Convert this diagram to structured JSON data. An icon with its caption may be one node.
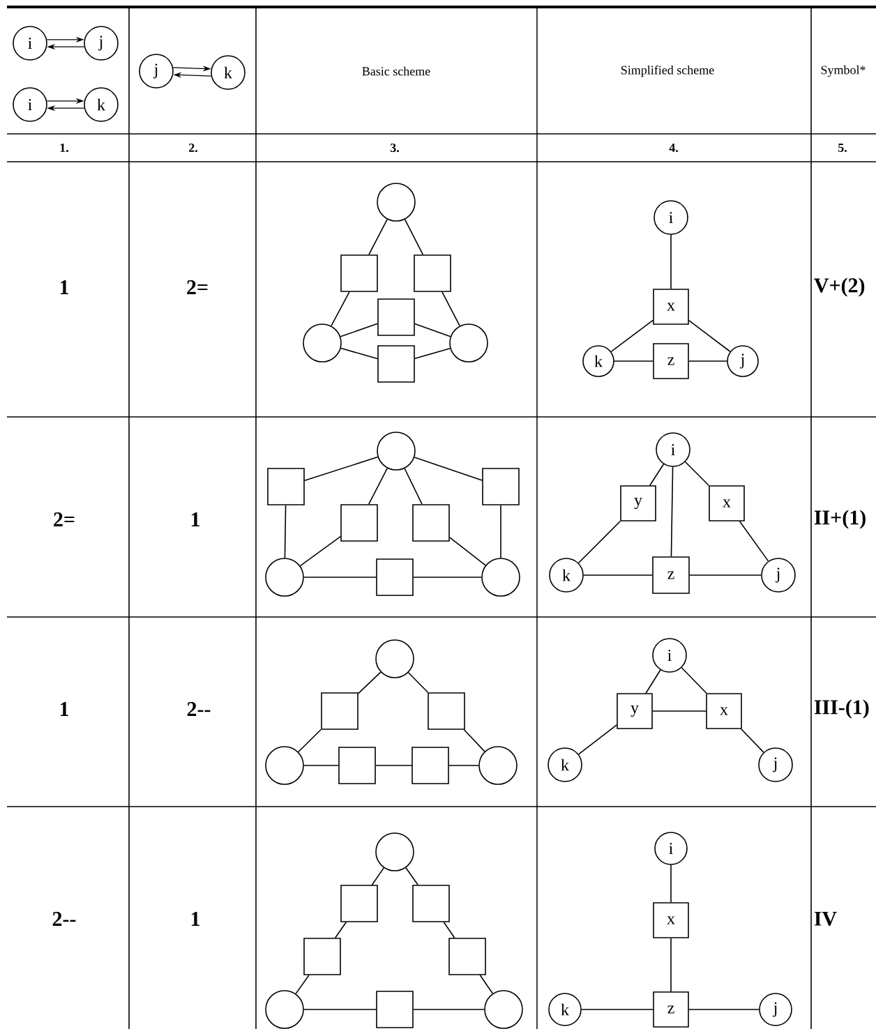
{
  "diagram": {
    "nodes": [
      {
        "text": [
          "i"
        ]
      },
      {
        "text": [
          "j"
        ]
      },
      {
        "text": [
          "i"
        ]
      },
      {
        "text": [
          "k"
        ]
      },
      {
        "text": [
          "j"
        ]
      },
      {
        "text": [
          "k"
        ]
      },
      {
        "text": [],
        "shape": "circle"
      },
      {
        "text": [],
        "shape": "box"
      },
      {
        "text": [],
        "shape": "box"
      },
      {
        "text": [],
        "shape": "box"
      },
      {
        "text": [],
        "shape": "circle"
      },
      {
        "text": [],
        "shape": "circle"
      },
      {
        "text": [],
        "shape": "box"
      },
      {
        "text": [
          "i"
        ]
      },
      {
        "text": [
          "x"
        ]
      },
      {
        "text": [
          "k"
        ]
      },
      {
        "text": [
          "z"
        ]
      },
      {
        "text": [
          "j"
        ]
      },
      {
        "text": [],
        "shape": "circle"
      },
      {
        "text": [],
        "shape": "box"
      },
      {
        "text": [],
        "shape": "box"
      },
      {
        "text": [],
        "shape": "box"
      },
      {
        "text": [],
        "shape": "box"
      },
      {
        "text": [],
        "shape": "circle"
      },
      {
        "text": [],
        "shape": "box"
      },
      {
        "text": [],
        "shape": "circle"
      },
      {
        "text": [
          "i"
        ]
      },
      {
        "text": [
          "y"
        ]
      },
      {
        "text": [
          "x"
        ]
      },
      {
        "text": [
          "k"
        ]
      },
      {
        "text": [
          "z"
        ]
      },
      {
        "text": [
          "j"
        ]
      },
      {
        "text": [],
        "shape": "circle"
      },
      {
        "text": [],
        "shape": "box"
      },
      {
        "text": [],
        "shape": "box"
      },
      {
        "text": [],
        "shape": "circle"
      },
      {
        "text": [],
        "shape": "box"
      },
      {
        "text": [],
        "shape": "box"
      },
      {
        "text": [],
        "shape": "circle"
      },
      {
        "text": [
          "i"
        ]
      },
      {
        "text": [
          "y"
        ]
      },
      {
        "text": [
          "x"
        ]
      },
      {
        "text": [
          "k"
        ]
      },
      {
        "text": [
          "j"
        ]
      },
      {
        "text": [],
        "shape": "circle"
      },
      {
        "text": [],
        "shape": "box"
      },
      {
        "text": [],
        "shape": "box"
      },
      {
        "text": [],
        "shape": "box"
      },
      {
        "text": [],
        "shape": "box"
      },
      {
        "text": [],
        "shape": "circle"
      },
      {
        "text": [],
        "shape": "box"
      },
      {
        "text": [],
        "shape": "circle"
      },
      {
        "text": [
          "i"
        ]
      },
      {
        "text": [
          "x"
        ]
      },
      {
        "text": [
          "k"
        ]
      },
      {
        "text": [
          "z"
        ]
      },
      {
        "text": [
          "j"
        ]
      }
    ],
    "edges": [
      {
        "from": 0,
        "to": 1,
        "arrow": "to"
      },
      {
        "from": 1,
        "to": 0,
        "arrow": "to"
      },
      {
        "from": 2,
        "to": 3,
        "arrow": "to"
      },
      {
        "from": 3,
        "to": 2,
        "arrow": "to"
      },
      {
        "from": 4,
        "to": 5,
        "arrow": "to"
      },
      {
        "from": 5,
        "to": 4,
        "arrow": "to"
      },
      {
        "from": 6,
        "to": 7,
        "arrow": "none"
      },
      {
        "from": 6,
        "to": 8,
        "arrow": "none"
      },
      {
        "from": 7,
        "to": 10,
        "arrow": "none"
      },
      {
        "from": 8,
        "to": 11,
        "arrow": "none"
      },
      {
        "from": 10,
        "to": 9,
        "arrow": "none"
      },
      {
        "from": 9,
        "to": 11,
        "arrow": "none"
      },
      {
        "from": 10,
        "to": 12,
        "arrow": "none"
      },
      {
        "from": 12,
        "to": 11,
        "arrow": "none"
      },
      {
        "from": 13,
        "to": 14,
        "arrow": "none"
      },
      {
        "from": 14,
        "to": 15,
        "arrow": "none"
      },
      {
        "from": 14,
        "to": 17,
        "arrow": "none"
      },
      {
        "from": 15,
        "to": 16,
        "arrow": "none"
      },
      {
        "from": 16,
        "to": 17,
        "arrow": "none"
      },
      {
        "from": 18,
        "to": 19,
        "arrow": "none"
      },
      {
        "from": 18,
        "to": 20,
        "arrow": "none"
      },
      {
        "from": 18,
        "to": 21,
        "arrow": "none"
      },
      {
        "from": 18,
        "to": 22,
        "arrow": "none"
      },
      {
        "from": 19,
        "to": 23,
        "arrow": "none"
      },
      {
        "from": 20,
        "to": 25,
        "arrow": "none"
      },
      {
        "from": 21,
        "to": 23,
        "arrow": "none"
      },
      {
        "from": 22,
        "to": 25,
        "arrow": "none"
      },
      {
        "from": 23,
        "to": 24,
        "arrow": "none"
      },
      {
        "from": 24,
        "to": 25,
        "arrow": "none"
      },
      {
        "from": 26,
        "to": 27,
        "arrow": "none"
      },
      {
        "from": 26,
        "to": 28,
        "arrow": "none"
      },
      {
        "from": 26,
        "to": 30,
        "arrow": "none"
      },
      {
        "from": 27,
        "to": 29,
        "arrow": "none"
      },
      {
        "from": 28,
        "to": 31,
        "arrow": "none"
      },
      {
        "from": 29,
        "to": 30,
        "arrow": "none"
      },
      {
        "from": 30,
        "to": 31,
        "arrow": "none"
      },
      {
        "from": 32,
        "to": 33,
        "arrow": "none"
      },
      {
        "from": 32,
        "to": 34,
        "arrow": "none"
      },
      {
        "from": 33,
        "to": 35,
        "arrow": "none"
      },
      {
        "from": 34,
        "to": 38,
        "arrow": "none"
      },
      {
        "from": 35,
        "to": 36,
        "arrow": "none"
      },
      {
        "from": 36,
        "to": 37,
        "arrow": "none"
      },
      {
        "from": 37,
        "to": 38,
        "arrow": "none"
      },
      {
        "from": 39,
        "to": 40,
        "arrow": "none"
      },
      {
        "from": 39,
        "to": 41,
        "arrow": "none"
      },
      {
        "from": 40,
        "to": 41,
        "arrow": "none"
      },
      {
        "from": 40,
        "to": 42,
        "arrow": "none"
      },
      {
        "from": 41,
        "to": 43,
        "arrow": "none"
      },
      {
        "from": 44,
        "to": 45,
        "arrow": "none"
      },
      {
        "from": 44,
        "to": 46,
        "arrow": "none"
      },
      {
        "from": 45,
        "to": 47,
        "arrow": "none"
      },
      {
        "from": 46,
        "to": 48,
        "arrow": "none"
      },
      {
        "from": 47,
        "to": 49,
        "arrow": "none"
      },
      {
        "from": 48,
        "to": 51,
        "arrow": "none"
      },
      {
        "from": 49,
        "to": 50,
        "arrow": "none"
      },
      {
        "from": 50,
        "to": 51,
        "arrow": "none"
      },
      {
        "from": 52,
        "to": 53,
        "arrow": "none"
      },
      {
        "from": 53,
        "to": 55,
        "arrow": "none"
      },
      {
        "from": 54,
        "to": 55,
        "arrow": "none"
      },
      {
        "from": 55,
        "to": 56,
        "arrow": "none"
      }
    ],
    "labels": [
      "Basic scheme",
      "Simplified scheme",
      "Symbol*",
      "1.",
      "2.",
      "3.",
      "4.",
      "5.",
      "1",
      "2=",
      "V+(2)",
      "2=",
      "1",
      "II+(1)",
      "1",
      "2--",
      "III-(1)",
      "2--",
      "1",
      "IV"
    ]
  }
}
